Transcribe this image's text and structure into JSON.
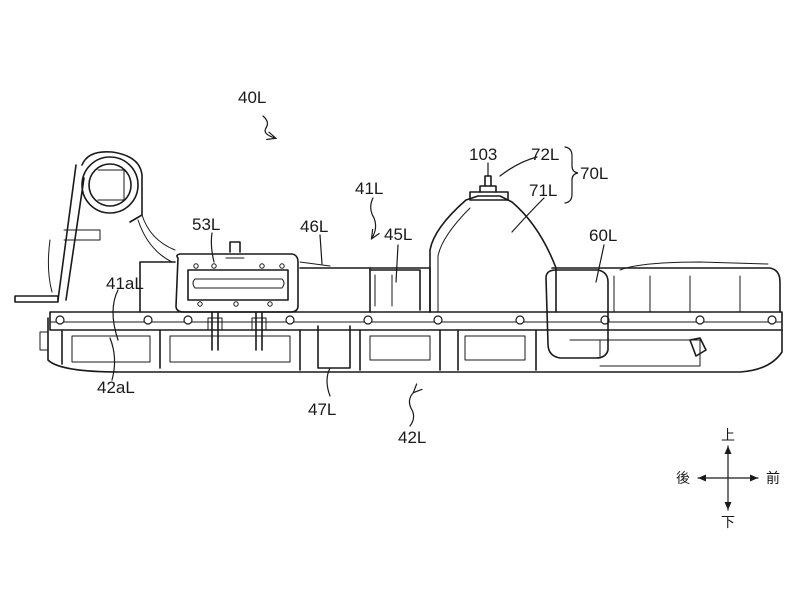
{
  "labels": {
    "l40L": "40L",
    "l41L": "41L",
    "l41aL": "41aL",
    "l42aL": "42aL",
    "l42L": "42L",
    "l45L": "45L",
    "l46L": "46L",
    "l47L": "47L",
    "l53L": "53L",
    "l60L": "60L",
    "l70L": "70L",
    "l71L": "71L",
    "l72L": "72L",
    "l103": "103"
  },
  "directions": {
    "up": "上",
    "down": "下",
    "front": "前",
    "rear": "後"
  }
}
